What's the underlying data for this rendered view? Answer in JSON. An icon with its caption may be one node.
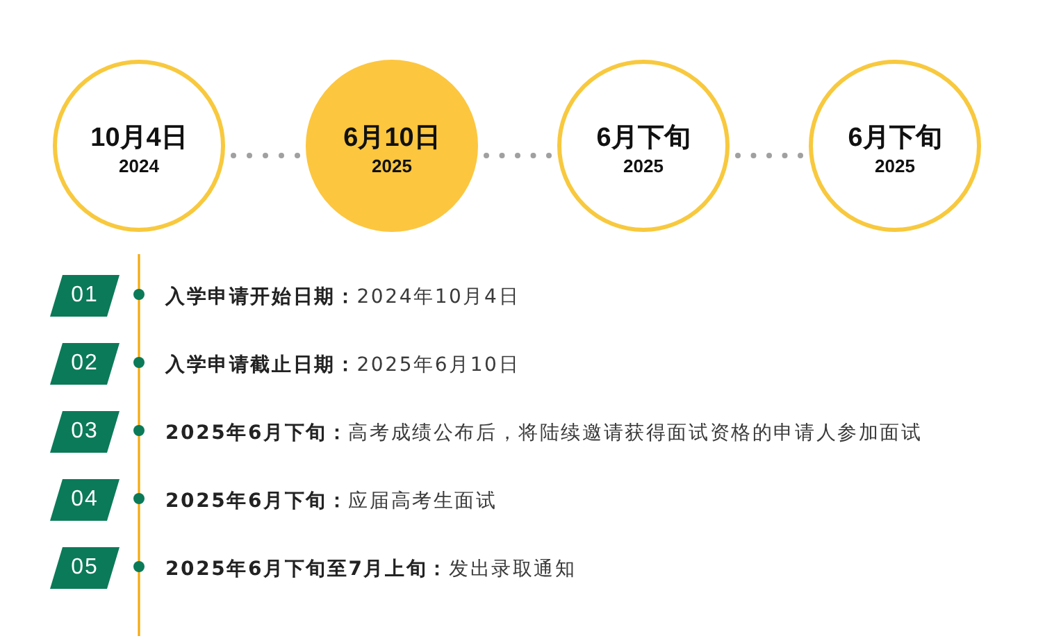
{
  "diagram": {
    "nodes": [
      {
        "text": [
          "10月4日",
          "2024"
        ]
      },
      {
        "text": [
          "6月10日",
          "2025"
        ]
      },
      {
        "text": [
          "6月下旬",
          "2025"
        ]
      },
      {
        "text": [
          "6月下旬",
          "2025"
        ]
      },
      {
        "text": [
          "01"
        ],
        "beside": [
          "**入学申请开始日期：**2024年10月4日"
        ]
      },
      {
        "text": [
          "02"
        ],
        "beside": [
          "**入学申请截止日期：**2025年6月10日"
        ]
      },
      {
        "text": [
          "03"
        ],
        "beside": [
          "**2025年6月下旬：**高考成绩公布后，将陆续邀请获得面试资格的申请人参加面试"
        ]
      },
      {
        "text": [
          "04"
        ],
        "beside": [
          "**2025年6月下旬：**应届高考生面试"
        ]
      },
      {
        "text": [
          "05"
        ],
        "beside": [
          "**2025年6月下旬至7月上旬：**发出录取通知"
        ]
      }
    ],
    "edges": [
      {
        "from": 0,
        "to": 1,
        "arrow": "none",
        "style": "dashed"
      },
      {
        "from": 1,
        "to": 2,
        "arrow": "none",
        "style": "dashed"
      },
      {
        "from": 2,
        "to": 3,
        "arrow": "none",
        "style": "dashed"
      }
    ]
  }
}
